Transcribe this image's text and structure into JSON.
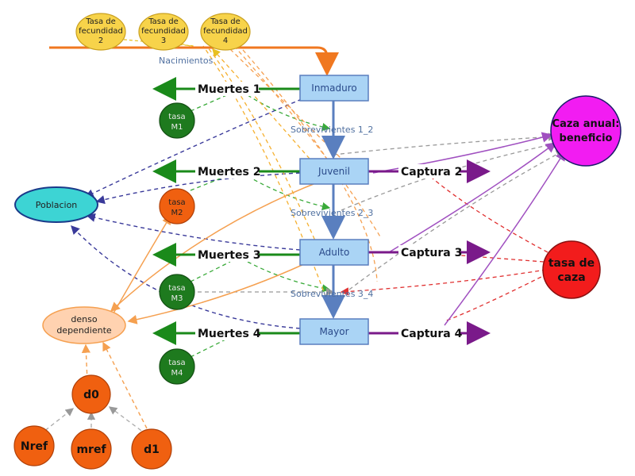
{
  "colors": {
    "stock_fill": "#aad4f5",
    "stock_stroke": "#5a7fbf",
    "green_flow": "#1a8a1a",
    "purple_flow": "#7a1a8a",
    "blue_flow": "#5a7fbf",
    "orange_flow": "#f07820",
    "green_var": "#1e7a1e",
    "orange_var": "#f06010",
    "yellow_var": "#f7d34a",
    "cyan_var": "#3dd4d4",
    "magenta_var": "#f21cf2",
    "red_var": "#f21c1c",
    "peach_var": "#ffd2b0"
  },
  "stocks": {
    "inmaduro": "Inmaduro",
    "juvenil": "Juvenil",
    "adulto": "Adulto",
    "mayor": "Mayor"
  },
  "flows": {
    "nacimientos": "Nacimientos",
    "muertes1": "Muertes 1",
    "muertes2": "Muertes 2",
    "muertes3": "Muertes 3",
    "muertes4": "Muertes 4",
    "sobrevivientes12": "Sobrevivientes 1_2",
    "sobrevivientes23": "Sobrevivientes 2_3",
    "sobrevivientes34": "Sobrevivientes 3_4",
    "captura2": "Captura 2",
    "captura3": "Captura 3",
    "captura4": "Captura 4"
  },
  "fecundidad": {
    "f2": [
      "Tasa de",
      "fecundidad",
      "2"
    ],
    "f3": [
      "Tasa de",
      "fecundidad",
      "3"
    ],
    "f4": [
      "Tasa de",
      "fecundidad",
      "4"
    ]
  },
  "tasas": {
    "m1": [
      "tasa",
      "M1"
    ],
    "m2": [
      "tasa",
      "M2"
    ],
    "m3": [
      "tasa",
      "M3"
    ],
    "m4": [
      "tasa",
      "M4"
    ]
  },
  "variables": {
    "poblacion": "Poblacion",
    "denso": [
      "denso",
      "dependiente"
    ],
    "caza_anual": [
      "Caza anual:",
      "beneficio"
    ],
    "tasa_caza": [
      "tasa de",
      "caza"
    ],
    "d0": "d0",
    "d1": "d1",
    "nref": "Nref",
    "mref": "mref"
  }
}
